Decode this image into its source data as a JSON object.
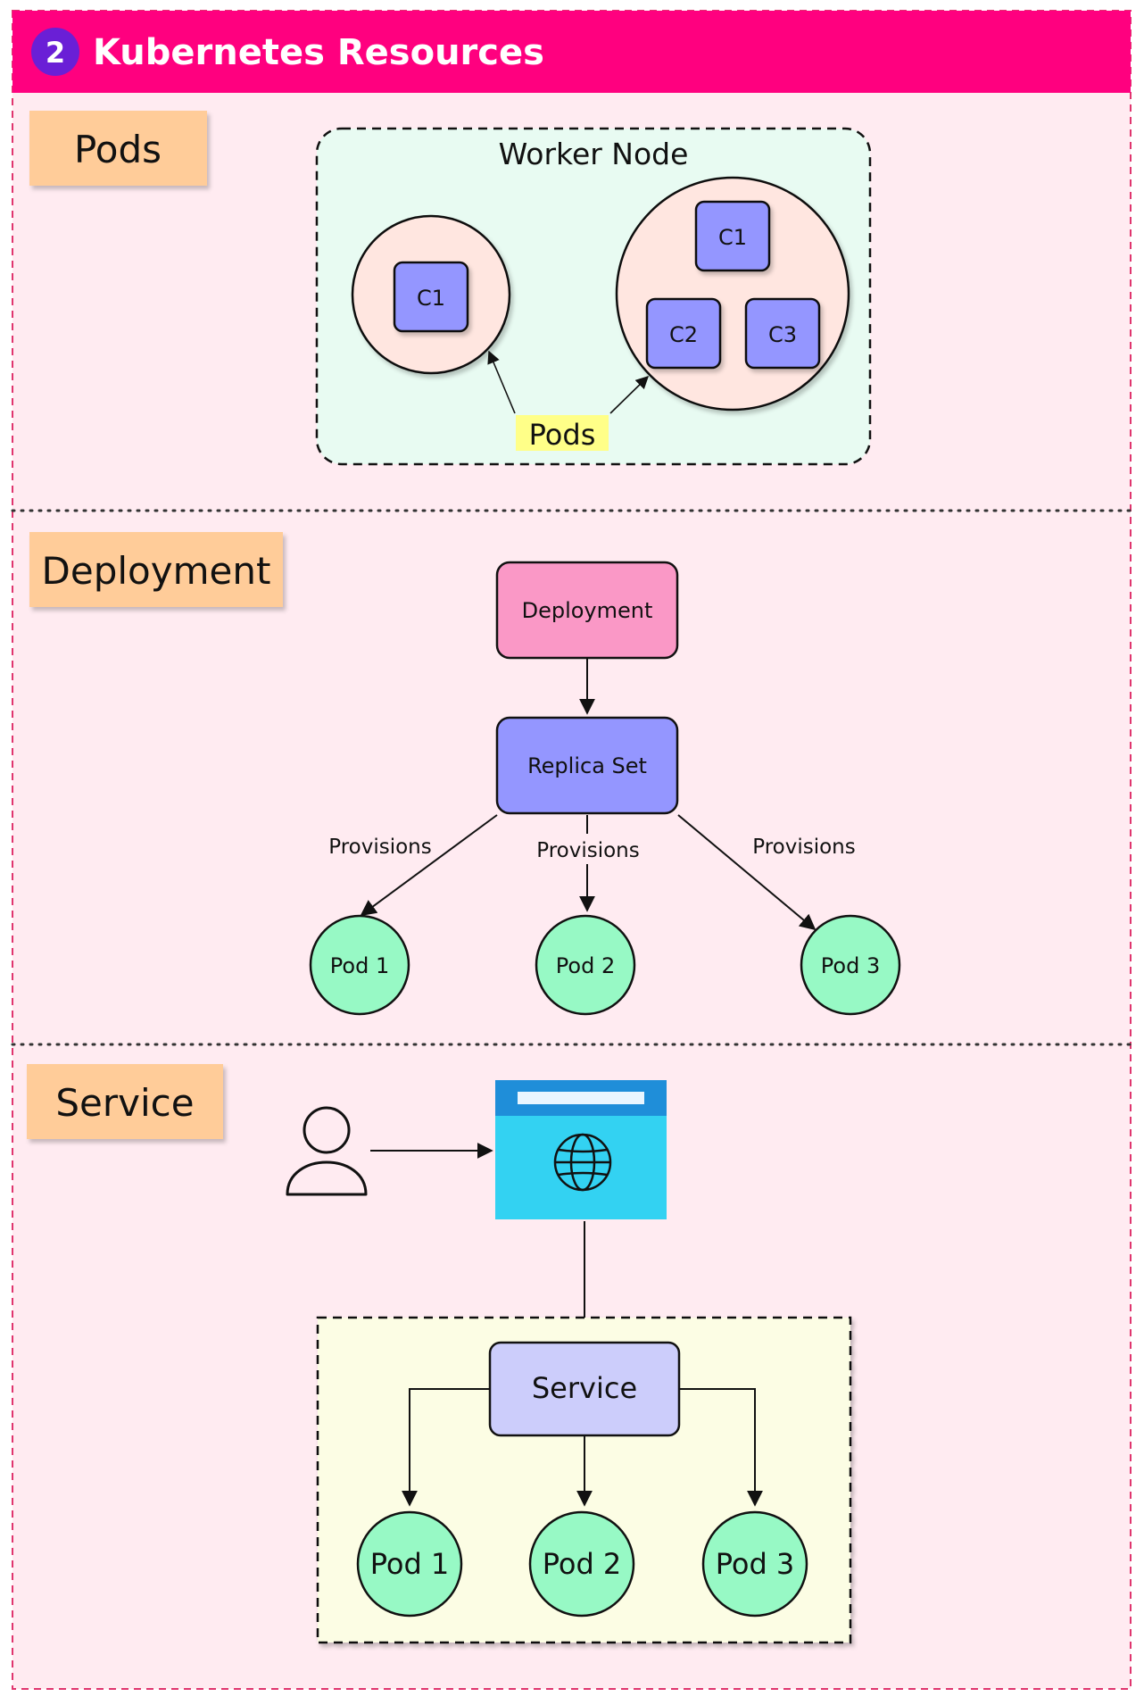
{
  "header": {
    "number": "2",
    "title": "Kubernetes Resources"
  },
  "sections": {
    "pods": {
      "tag": "Pods",
      "worker_node_label": "Worker Node",
      "pod1_containers": [
        "C1"
      ],
      "pod2_containers": [
        "C1",
        "C2",
        "C3"
      ],
      "callout": "Pods"
    },
    "deployment": {
      "tag": "Deployment",
      "deployment_box": "Deployment",
      "replicaset_box": "Replica Set",
      "edge_labels": [
        "Provisions",
        "Provisions",
        "Provisions"
      ],
      "pods": [
        "Pod 1",
        "Pod 2",
        "Pod 3"
      ]
    },
    "service": {
      "tag": "Service",
      "user_icon": "user-icon",
      "browser_icon": "globe-browser-icon",
      "service_box": "Service",
      "pods": [
        "Pod 1",
        "Pod 2",
        "Pod 3"
      ]
    }
  },
  "colors": {
    "header_bg": "#ff007f",
    "badge": "#6a1fd6",
    "panel_bg": "#ffebf1",
    "panel_border": "#e0356e",
    "tag_bg": "#ffcc99",
    "worker_node_bg": "#e8fbf2",
    "pod_circle_bg": "#ffe6e0",
    "container_bg": "#9496ff",
    "callout_bg": "#ffff88",
    "deployment_bg": "#fa98c6",
    "replicaset_bg": "#9496ff",
    "pod_green": "#97f9c5",
    "browser_blue": "#33d2f2",
    "browser_header": "#1f8ed9",
    "service_area_bg": "#fcfde4",
    "service_box_bg": "#cccdfb"
  }
}
